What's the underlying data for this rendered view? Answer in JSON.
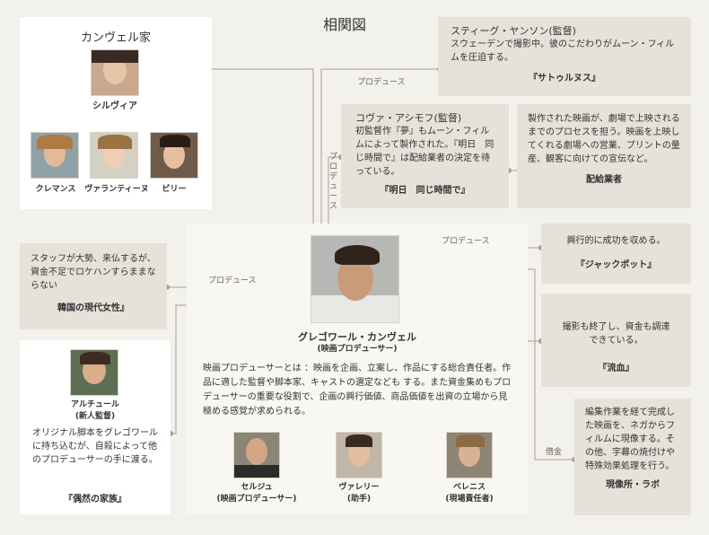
{
  "title": "相関図",
  "family": {
    "heading": "カンヴェル家",
    "sylvia": "シルヴィア",
    "clemence": "クレマンス",
    "valentine": "ヴァランティーヌ",
    "billy": "ビリー"
  },
  "stig": {
    "name": "スティーグ・ヤンソン(監督)",
    "desc": "スウェーデンで撮影中。彼のこだわりがムーン・フィルムを圧迫する。",
    "film": "『サトゥルヌス』"
  },
  "kova": {
    "name": "コヴァ・アシモフ(監督)",
    "desc": "初監督作『夢』もムーン・フィルムによって製作された。『明日　同じ時間で』は配給業者の決定を待っている。",
    "film": "『明日　同じ時間で』"
  },
  "distributor": {
    "desc": "製作された映画が、劇場で上映されるまでのプロセスを担う。映画を上映してくれる劇場への営業、プリントの量産、観客に向けての宣伝など。",
    "name": "配給業者"
  },
  "jackpot": {
    "desc": "興行的に成功を収める。",
    "film": "『ジャックポット』"
  },
  "ryuketsu": {
    "desc": "撮影も終了し、資金も調達できている。",
    "film": "『流血』"
  },
  "lab": {
    "desc": "編集作業を経て完成した映画を、ネガからフィルムに現像する。その他、字幕の焼付けや特殊効果処理を行う。",
    "name": "現像所・ラボ"
  },
  "korea": {
    "desc": "スタッフが大勢、来仏するが、資金不足でロケハンすらままならない",
    "film": "韓国の現代女性』"
  },
  "arthur": {
    "name": "アルチュール",
    "role": "(新人監督)",
    "desc": "オリジナル脚本をグレゴワールに持ち込むが、自殺によって他のプロデューサーの手に渡る。",
    "film": "『偶然の家族』"
  },
  "gregoire": {
    "name": "グレゴワール・カンヴェル",
    "role": "(映画プロデューサー)",
    "desc": "映画プロデューサーとは ：映画を企画、立案し、作品にする総合責任者。作品に適した監督や脚本家、キャストの選定なども する。また資金集めもプロデューサーの重要な役割で、企画の興行価値、商品価値を出資の立場から見極める感覚が求められる。"
  },
  "staff": [
    {
      "name": "セルジュ",
      "role": "(映画プロデューサー)"
    },
    {
      "name": "ヴァレリー",
      "role": "(助手)"
    },
    {
      "name": "ベレニス",
      "role": "(現場責任者)"
    }
  ],
  "labels": {
    "produce": "プロデュース",
    "loan": "借金"
  }
}
